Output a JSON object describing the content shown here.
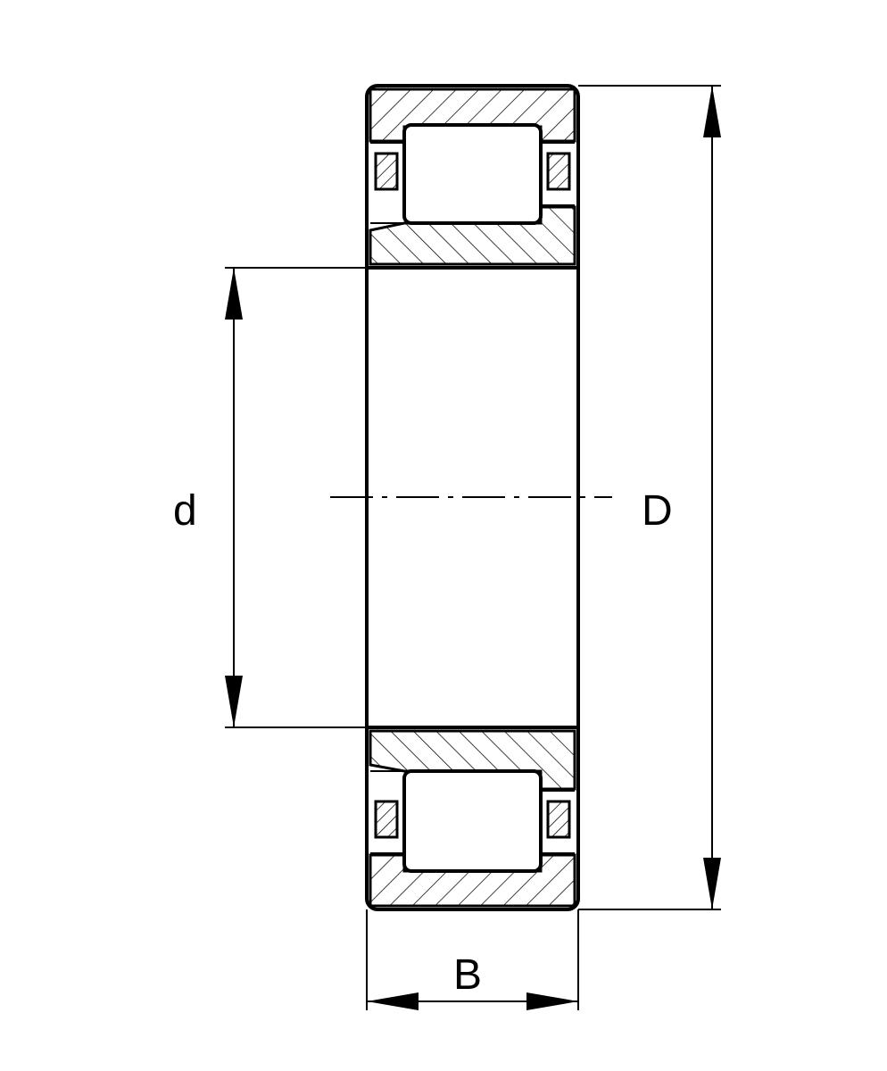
{
  "drawing": {
    "labels": {
      "bore": "d",
      "outer": "D",
      "width": "B"
    },
    "colors": {
      "line": "#000000",
      "background": "#ffffff"
    }
  }
}
